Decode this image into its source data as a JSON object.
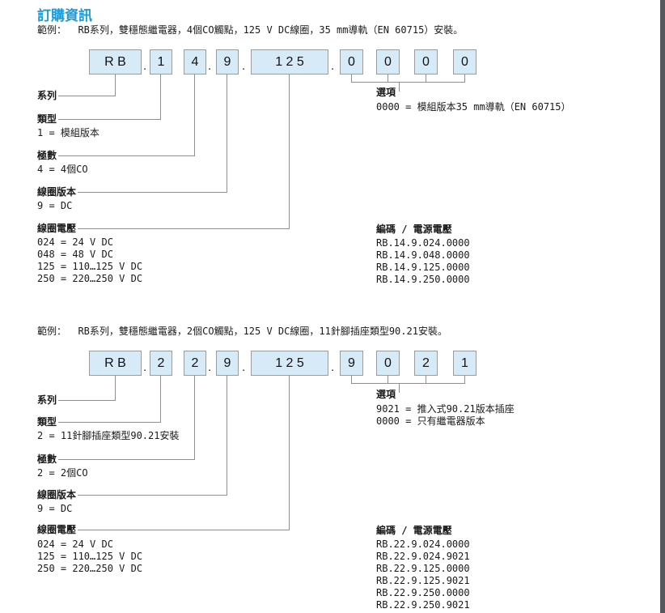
{
  "page": {
    "title": "訂購資訊",
    "separator_dot": ".",
    "accent_color": "#1d9bd9",
    "box_fill": "#d6eaf8",
    "box_border": "#9b9b9b",
    "line_color": "#8f8f8f"
  },
  "section1": {
    "example": "範例：  RB系列，雙穩態繼電器，4個CO觸點，125 V DC線圈，35 mm導軌（EN 60715）安裝。",
    "code_boxes": [
      "R B",
      "1",
      "4",
      "9",
      "1 2 5",
      "0",
      "0",
      "0",
      "0"
    ],
    "series_label": "系列",
    "type_label": "類型",
    "type_value": "1 = 模組版本",
    "poles_label": "極數",
    "poles_value": "4 = 4個CO",
    "coil_version_label": "線圈版本",
    "coil_version_value": "9 = DC",
    "coil_voltage_label": "線圈電壓",
    "coil_voltage_values": [
      "024 = 24 V DC",
      "048 = 48 V DC",
      "125 = 110…125 V DC",
      "250 = 220…250 V DC"
    ],
    "options_label": "選項",
    "options_values": [
      "0000 = 模組版本35 mm導軌（EN 60715）"
    ],
    "codes_title": "編碼 / 電源電壓",
    "codes": [
      "RB.14.9.024.0000",
      "RB.14.9.048.0000",
      "RB.14.9.125.0000",
      "RB.14.9.250.0000"
    ]
  },
  "section2": {
    "example": "範例：  RB系列，雙穩態繼電器，2個CO觸點，125 V DC線圈，11針腳插座類型90.21安裝。",
    "code_boxes": [
      "R B",
      "2",
      "2",
      "9",
      "1 2 5",
      "9",
      "0",
      "2",
      "1"
    ],
    "series_label": "系列",
    "type_label": "類型",
    "type_value": "2 = 11針腳插座類型90.21安裝",
    "poles_label": "極數",
    "poles_value": "2 = 2個CO",
    "coil_version_label": "線圈版本",
    "coil_version_value": "9 = DC",
    "coil_voltage_label": "線圈電壓",
    "coil_voltage_values": [
      "024 = 24 V DC",
      "125 = 110…125 V DC",
      "250 = 220…250 V DC"
    ],
    "options_label": "選項",
    "options_values": [
      "9021 = 推入式90.21版本插座",
      "0000 = 只有繼電器版本"
    ],
    "codes_title": "編碼 / 電源電壓",
    "codes": [
      "RB.22.9.024.0000",
      "RB.22.9.024.9021",
      "RB.22.9.125.0000",
      "RB.22.9.125.9021",
      "RB.22.9.250.0000",
      "RB.22.9.250.9021"
    ]
  }
}
